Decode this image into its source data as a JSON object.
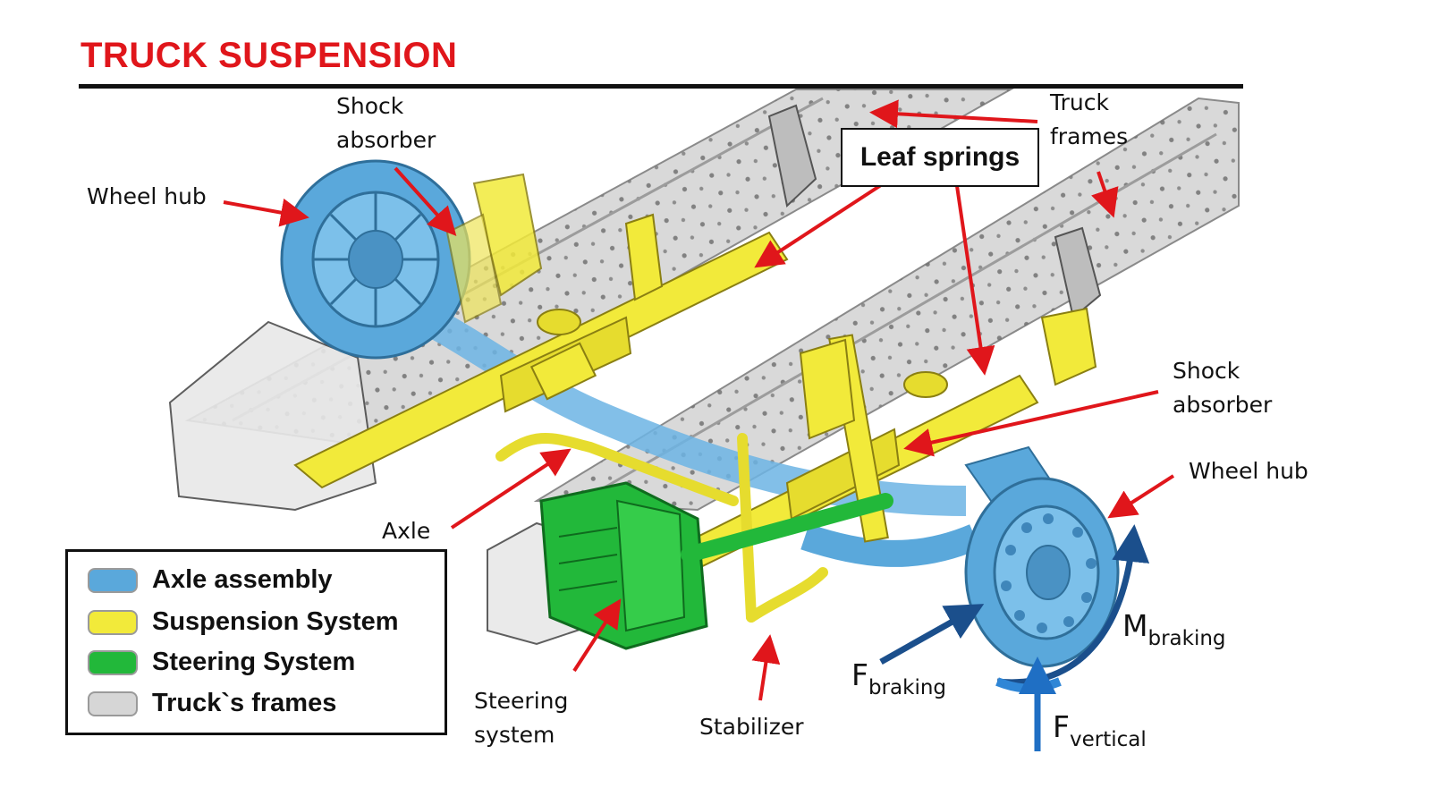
{
  "title": "TRUCK SUSPENSION",
  "colors": {
    "title": "#e0161b",
    "arrow": "#e0161b",
    "axle_assembly": "#5aa8db",
    "suspension_system": "#f2ea3a",
    "steering_system": "#22b83a",
    "truck_frames": "#d6d6d6",
    "force_arrow": "#1b4f8c"
  },
  "labels": {
    "shock_absorber_top": [
      "Shock",
      "absorber"
    ],
    "truck_frames": [
      "Truck",
      "frames"
    ],
    "wheel_hub_left": "Wheel hub",
    "leaf_springs": "Leaf springs",
    "shock_absorber_right": [
      "Shock",
      "absorber"
    ],
    "wheel_hub_right": "Wheel hub",
    "axle": "Axle",
    "steering_system": [
      "Steering",
      "system"
    ],
    "stabilizer": "Stabilizer"
  },
  "forces": {
    "m_braking": {
      "main": "M",
      "sub": "braking"
    },
    "f_braking": {
      "main": "F",
      "sub": "braking"
    },
    "f_vertical": {
      "main": "F",
      "sub": "vertical"
    }
  },
  "legend": [
    {
      "label": "Axle assembly",
      "color": "#5aa8db"
    },
    {
      "label": "Suspension System",
      "color": "#f2ea3a"
    },
    {
      "label": "Steering System",
      "color": "#22b83a"
    },
    {
      "label": "Truck`s frames",
      "color": "#d6d6d6"
    }
  ]
}
